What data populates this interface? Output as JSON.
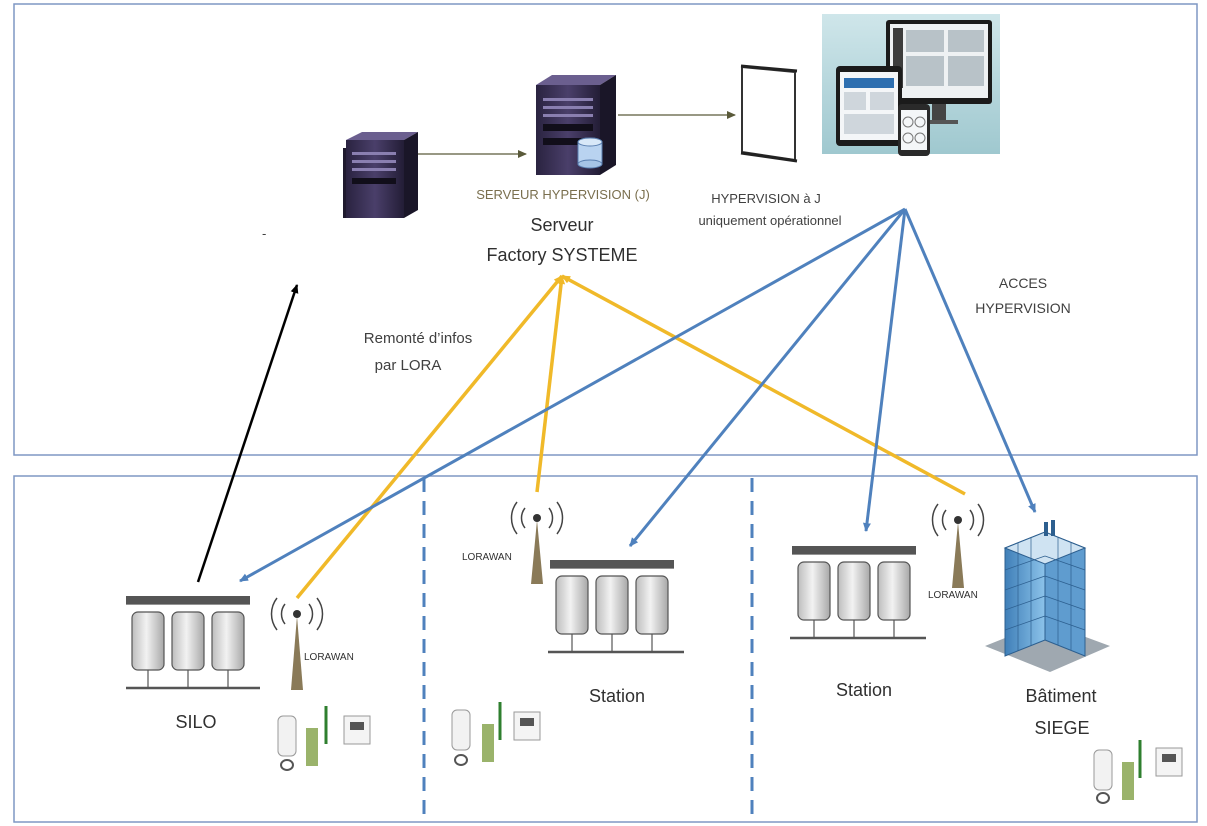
{
  "colors": {
    "zone_border": "#7f97c4",
    "lora_link": "#f0b929",
    "hypervision_link": "#4f81bd",
    "server_link": "#5a5a3a",
    "black_link": "#000000"
  },
  "labels": {
    "server_hypervision": "SERVEUR HYPERVISION (J)",
    "server_factory_line1": "Serveur",
    "server_factory_line2": "Factory SYSTEME",
    "hypervision_line1": "HYPERVISION à J",
    "hypervision_line2": "uniquement opérationnel",
    "acces_line1": "ACCES",
    "acces_line2": "HYPERVISION",
    "remonte_line1": "Remonté d’infos",
    "remonte_line2": "par LORA",
    "silo": "SILO",
    "station_a": "Station",
    "station_b": "Station",
    "batiment_line1": "Bâtiment",
    "batiment_line2": "SIEGE",
    "lorawan_1": "LORAWAN",
    "lorawan_2": "LORAWAN",
    "lorawan_3": "LORAWAN",
    "dash_1": "-"
  },
  "icons": {
    "server_small": "server-tower-icon",
    "server_db": "server-database-icon",
    "screen": "projection-screen-icon",
    "devices": "dashboard-devices-icon",
    "silo": "grain-silo-icon",
    "antenna": "lora-antenna-icon",
    "sensor": "iot-sensor-icon",
    "building": "office-building-icon"
  }
}
